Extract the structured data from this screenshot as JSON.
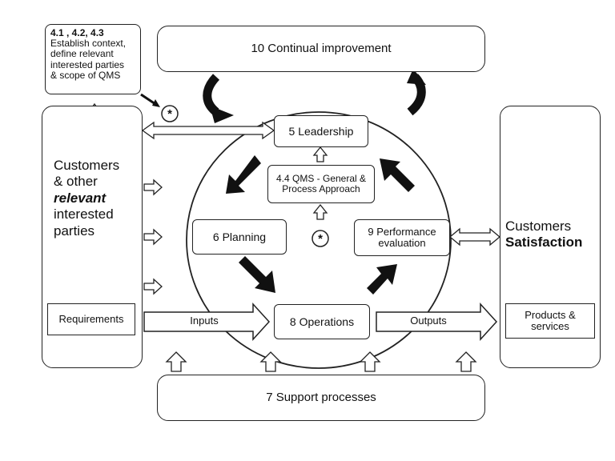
{
  "scope_note": {
    "line1": "4.1 , 4.2, 4.3",
    "line2": "Establish context,",
    "line3": "define relevant",
    "line4": "interested parties",
    "line5": "& scope of QMS"
  },
  "continual_improvement": "10 Continual improvement",
  "customers_left": {
    "line1": "Customers",
    "line2": "& other",
    "line3": "relevant",
    "line4": "interested",
    "line5": "parties",
    "requirements": "Requirements"
  },
  "leadership": "5 Leadership",
  "qms_general": {
    "line1": "4.4 QMS - General &",
    "line2": "Process Approach"
  },
  "planning": "6 Planning",
  "performance": {
    "line1": "9 Performance",
    "line2": "evaluation"
  },
  "operations": "8 Operations",
  "inputs_label": "Inputs",
  "outputs_label": "Outputs",
  "customers_right": {
    "line1": "Customers",
    "line2": "Satisfaction",
    "products": {
      "line1": "Products &",
      "line2": "services"
    }
  },
  "support": "7 Support processes",
  "asterisk": "*"
}
